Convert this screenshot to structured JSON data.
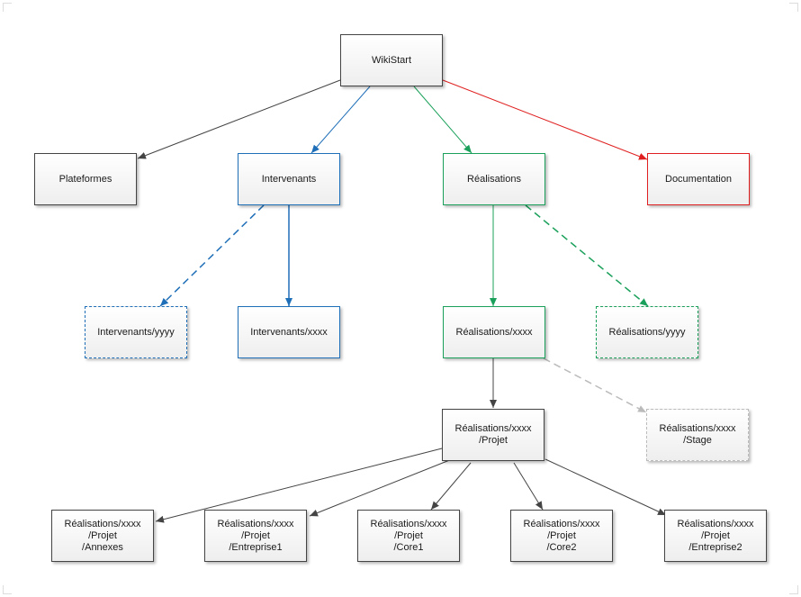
{
  "nodes": {
    "wikistart": "WikiStart",
    "plateformes": "Plateformes",
    "intervenants": "Intervenants",
    "realisations": "Réalisations",
    "documentation": "Documentation",
    "intervenants_yyyy": "Intervenants/yyyy",
    "intervenants_xxxx": "Intervenants/xxxx",
    "realisations_xxxx": "Réalisations/xxxx",
    "realisations_yyyy": "Réalisations/yyyy",
    "realisations_xxxx_projet": "Réalisations/xxxx\n/Projet",
    "realisations_xxxx_stage": "Réalisations/xxxx\n/Stage",
    "projet_annexes": "Réalisations/xxxx\n/Projet\n/Annexes",
    "projet_entreprise1": "Réalisations/xxxx\n/Projet\n/Entreprise1",
    "projet_core1": "Réalisations/xxxx\n/Projet\n/Core1",
    "projet_core2": "Réalisations/xxxx\n/Projet\n/Core2",
    "projet_entreprise2": "Réalisations/xxxx\n/Projet\n/Entreprise2"
  },
  "colors": {
    "neutral": "#444444",
    "intervenants": "#1f6fb8",
    "realisations": "#1aa05a",
    "documentation": "#e02020",
    "stage": "#bbbbbb"
  }
}
